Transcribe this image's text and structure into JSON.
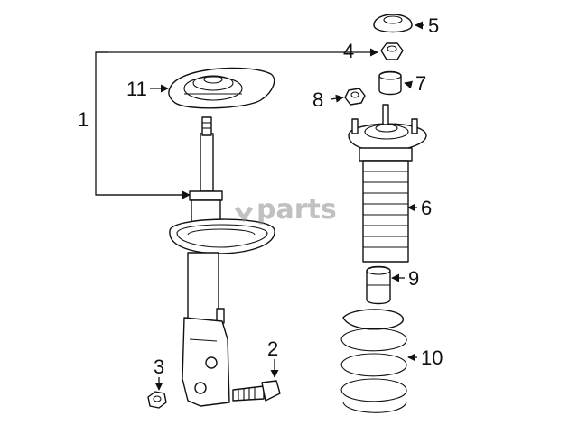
{
  "diagram": {
    "watermark": "parts",
    "callouts": [
      "1",
      "2",
      "3",
      "4",
      "5",
      "6",
      "7",
      "8",
      "9",
      "10",
      "11"
    ]
  },
  "colors": {
    "line": "#111111",
    "watermark": "#8e8e8e",
    "background": "#ffffff"
  }
}
